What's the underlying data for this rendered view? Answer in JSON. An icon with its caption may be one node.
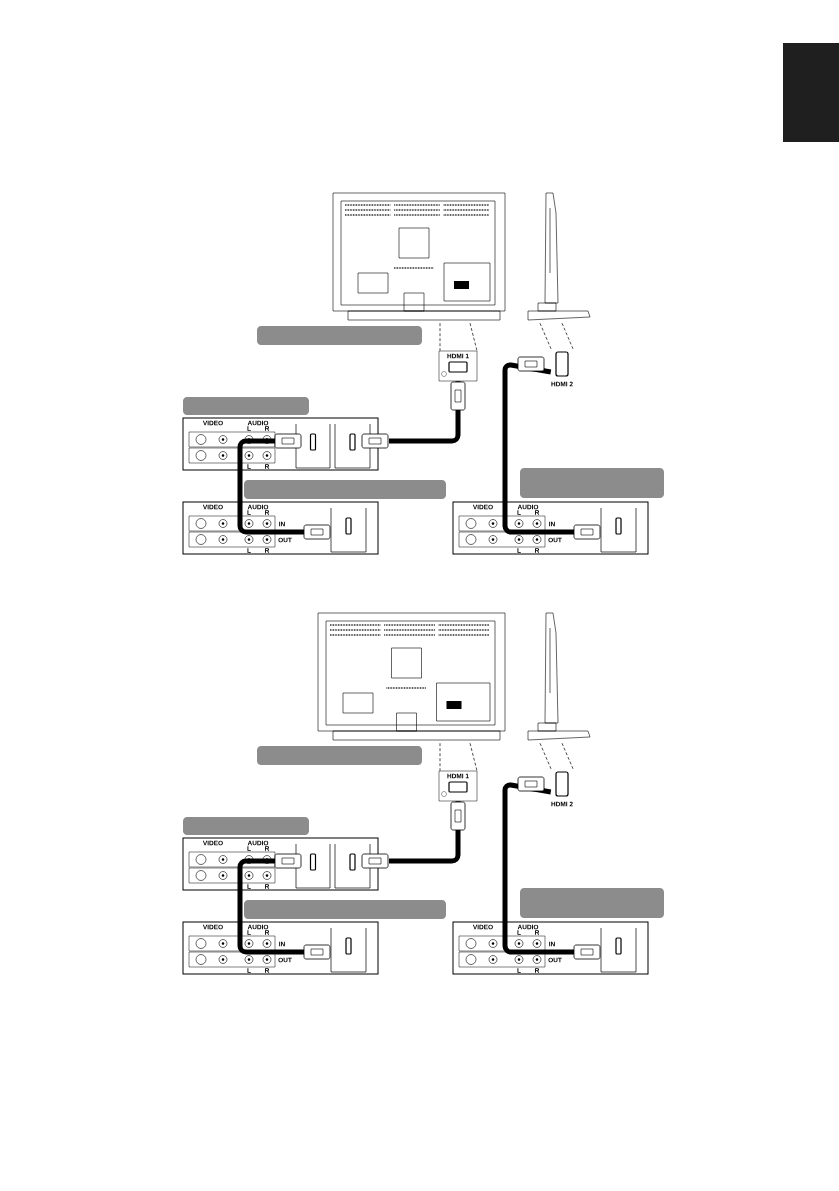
{
  "diagram": {
    "nodes": [
      {
        "text": [],
        "shape": "picture"
      },
      {
        "text": [],
        "shape": "picture"
      },
      {
        "text": [],
        "shape": "box"
      },
      {
        "text": [
          "HDMI 1"
        ]
      },
      {
        "text": [
          "HDMI 2"
        ]
      },
      {
        "text": [],
        "shape": "box"
      },
      {
        "text": [
          "VIDEO",
          "AUDIO",
          "L",
          "R",
          "L",
          "R"
        ]
      },
      {
        "text": [],
        "shape": "box"
      },
      {
        "text": [
          "VIDEO",
          "AUDIO",
          "L",
          "R",
          "IN",
          "L",
          "R",
          "OUT"
        ]
      },
      {
        "text": [],
        "shape": "box"
      },
      {
        "text": [
          "VIDEO",
          "AUDIO",
          "L",
          "R",
          "IN",
          "L",
          "R",
          "OUT"
        ]
      },
      {
        "text": [],
        "shape": "picture"
      },
      {
        "text": [],
        "shape": "picture"
      },
      {
        "text": [],
        "shape": "box"
      },
      {
        "text": [
          "HDMI 1"
        ]
      },
      {
        "text": [
          "HDMI 2"
        ]
      },
      {
        "text": [],
        "shape": "box"
      },
      {
        "text": [
          "VIDEO",
          "AUDIO",
          "L",
          "R",
          "L",
          "R"
        ]
      },
      {
        "text": [],
        "shape": "box"
      },
      {
        "text": [
          "VIDEO",
          "AUDIO",
          "L",
          "R",
          "IN",
          "L",
          "R",
          "OUT"
        ]
      },
      {
        "text": [],
        "shape": "box"
      },
      {
        "text": [
          "VIDEO",
          "AUDIO",
          "L",
          "R",
          "IN",
          "L",
          "R",
          "OUT"
        ]
      }
    ],
    "edges": [
      {
        "from": 0,
        "to": 3,
        "arrow": "none",
        "style": "dashed"
      },
      {
        "from": 0,
        "to": 3,
        "arrow": "none",
        "style": "dashed"
      },
      {
        "from": 1,
        "to": 4,
        "arrow": "none",
        "style": "dashed"
      },
      {
        "from": 1,
        "to": 4,
        "arrow": "none",
        "style": "dashed"
      },
      {
        "from": 3,
        "to": 6,
        "arrow": "other",
        "style": "thick"
      },
      {
        "from": 6,
        "to": 8,
        "arrow": "other",
        "style": "thick"
      },
      {
        "from": 4,
        "to": 10,
        "arrow": "other",
        "style": "thick"
      },
      {
        "from": 11,
        "to": 14,
        "arrow": "none",
        "style": "dashed"
      },
      {
        "from": 11,
        "to": 14,
        "arrow": "none",
        "style": "dashed"
      },
      {
        "from": 12,
        "to": 15,
        "arrow": "none",
        "style": "dashed"
      },
      {
        "from": 12,
        "to": 15,
        "arrow": "none",
        "style": "dashed"
      },
      {
        "from": 14,
        "to": 17,
        "arrow": "other",
        "style": "thick"
      },
      {
        "from": 17,
        "to": 19,
        "arrow": "other",
        "style": "thick"
      },
      {
        "from": 15,
        "to": 21,
        "arrow": "other",
        "style": "thick"
      }
    ]
  }
}
